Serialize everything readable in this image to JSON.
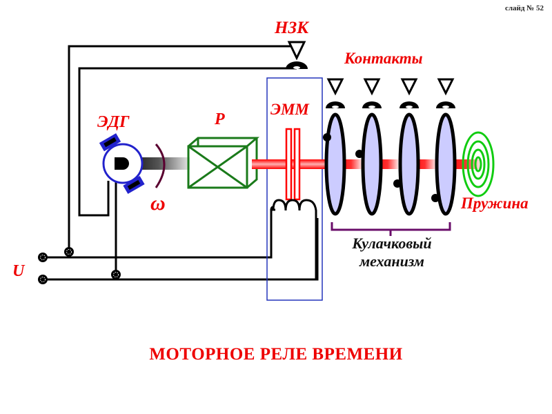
{
  "slide_number": "слайд № 52",
  "title": "МОТОРНОЕ РЕЛЕ ВРЕМЕНИ",
  "labels": {
    "nzk": "НЗК",
    "contacts": "Контакты",
    "edg": "ЭДГ",
    "reducer": "Р",
    "emm": "ЭММ",
    "omega": "ω",
    "spring": "Пружина",
    "cam_line1": "Кулачковый",
    "cam_line2": "механизм",
    "voltage": "U"
  },
  "components": {
    "motor": "electric-drive-motor",
    "reducer": "gearbox",
    "clutch": "electromagnetic-clutch",
    "cams_count": 4,
    "contacts_count": 4,
    "spring": "return-spring"
  },
  "colors": {
    "label_red": "#ee0000",
    "wire": "#000000",
    "motor_blue": "#2222cc",
    "reducer_green": "#1a7a1a",
    "shaft_red": "#ff1010",
    "cam_fill": "#ccccff",
    "spring_green": "#11cc11",
    "brace_purple": "#6a0d6a",
    "omega_arc": "#5a0030",
    "frame_blue": "#2233bb"
  }
}
